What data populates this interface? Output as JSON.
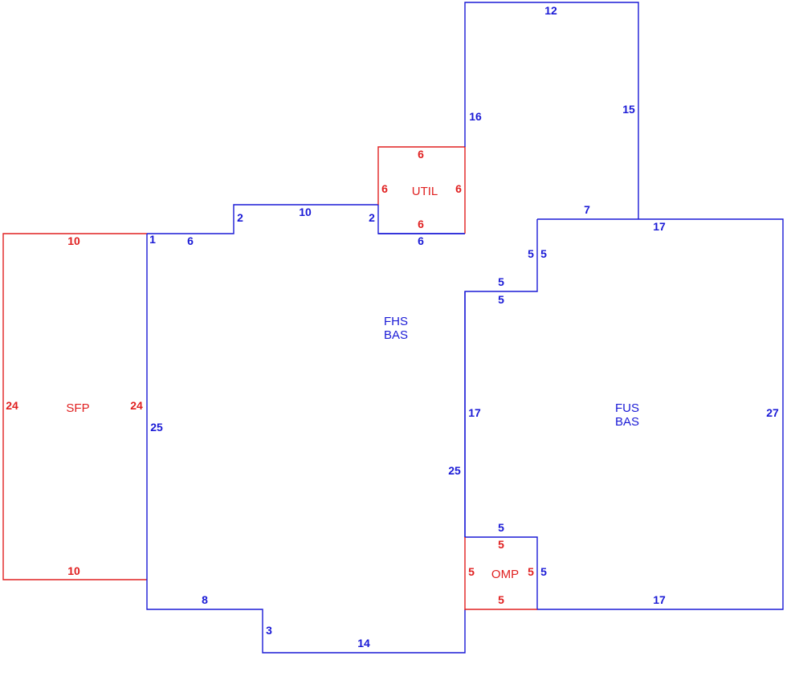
{
  "colors": {
    "living": "#1a1ad6",
    "other": "#e02020"
  },
  "areas": {
    "sfp": "SFP",
    "util": "UTIL",
    "omp": "OMP",
    "fhs": "FHS",
    "fus": "FUS",
    "bas": "BAS"
  },
  "dimensions": {
    "sfp_top": "10",
    "sfp_bottom": "10",
    "sfp_left": "24",
    "sfp_right": "24",
    "util_top": "6",
    "util_bottom": "6",
    "util_left": "6",
    "util_right": "6",
    "omp_top": "5",
    "omp_bottom": "5",
    "omp_left": "5",
    "omp_right": "5",
    "fhs_jog1": "1",
    "fhs_top_left": "6",
    "fhs_step_up": "2",
    "fhs_top_mid": "10",
    "fhs_step_down": "2",
    "fhs_util_bottom": "6",
    "fhs_left": "25",
    "fhs_bottom_left": "8",
    "fhs_step_bottom": "3",
    "fhs_bottom": "14",
    "fhs_right": "25",
    "fus_top": "12",
    "fus_left_upper": "16",
    "fus_right_upper": "15",
    "fus_ledge": "7",
    "fus_top_right": "17",
    "fus_notch_left": "5",
    "fus_notch_right": "5",
    "fus_notch_top": "5",
    "fus_notch_bottom": "5",
    "fus_left": "17",
    "fus_right": "27",
    "fus_omp_top": "5",
    "fus_omp_right": "5",
    "fus_bottom": "17"
  }
}
